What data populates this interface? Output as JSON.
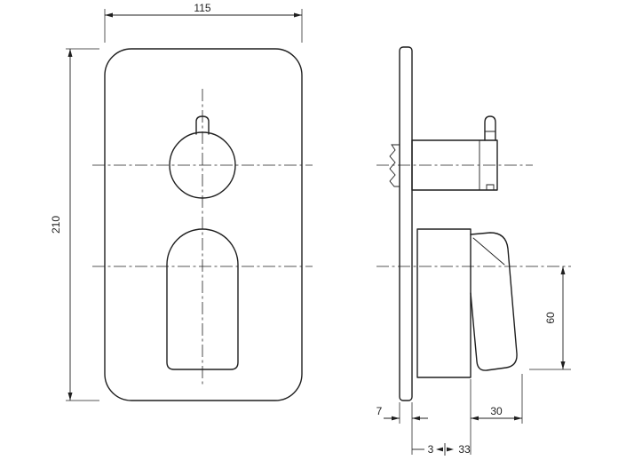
{
  "drawing": {
    "colors": {
      "line": "#1f1f1f",
      "background": "#ffffff"
    },
    "dims": {
      "plate_width": "115",
      "plate_height": "210",
      "handle_drop": "60",
      "plate_thickness": "7",
      "lever_depth": "30",
      "gap": "3",
      "body_depth": "33"
    }
  }
}
